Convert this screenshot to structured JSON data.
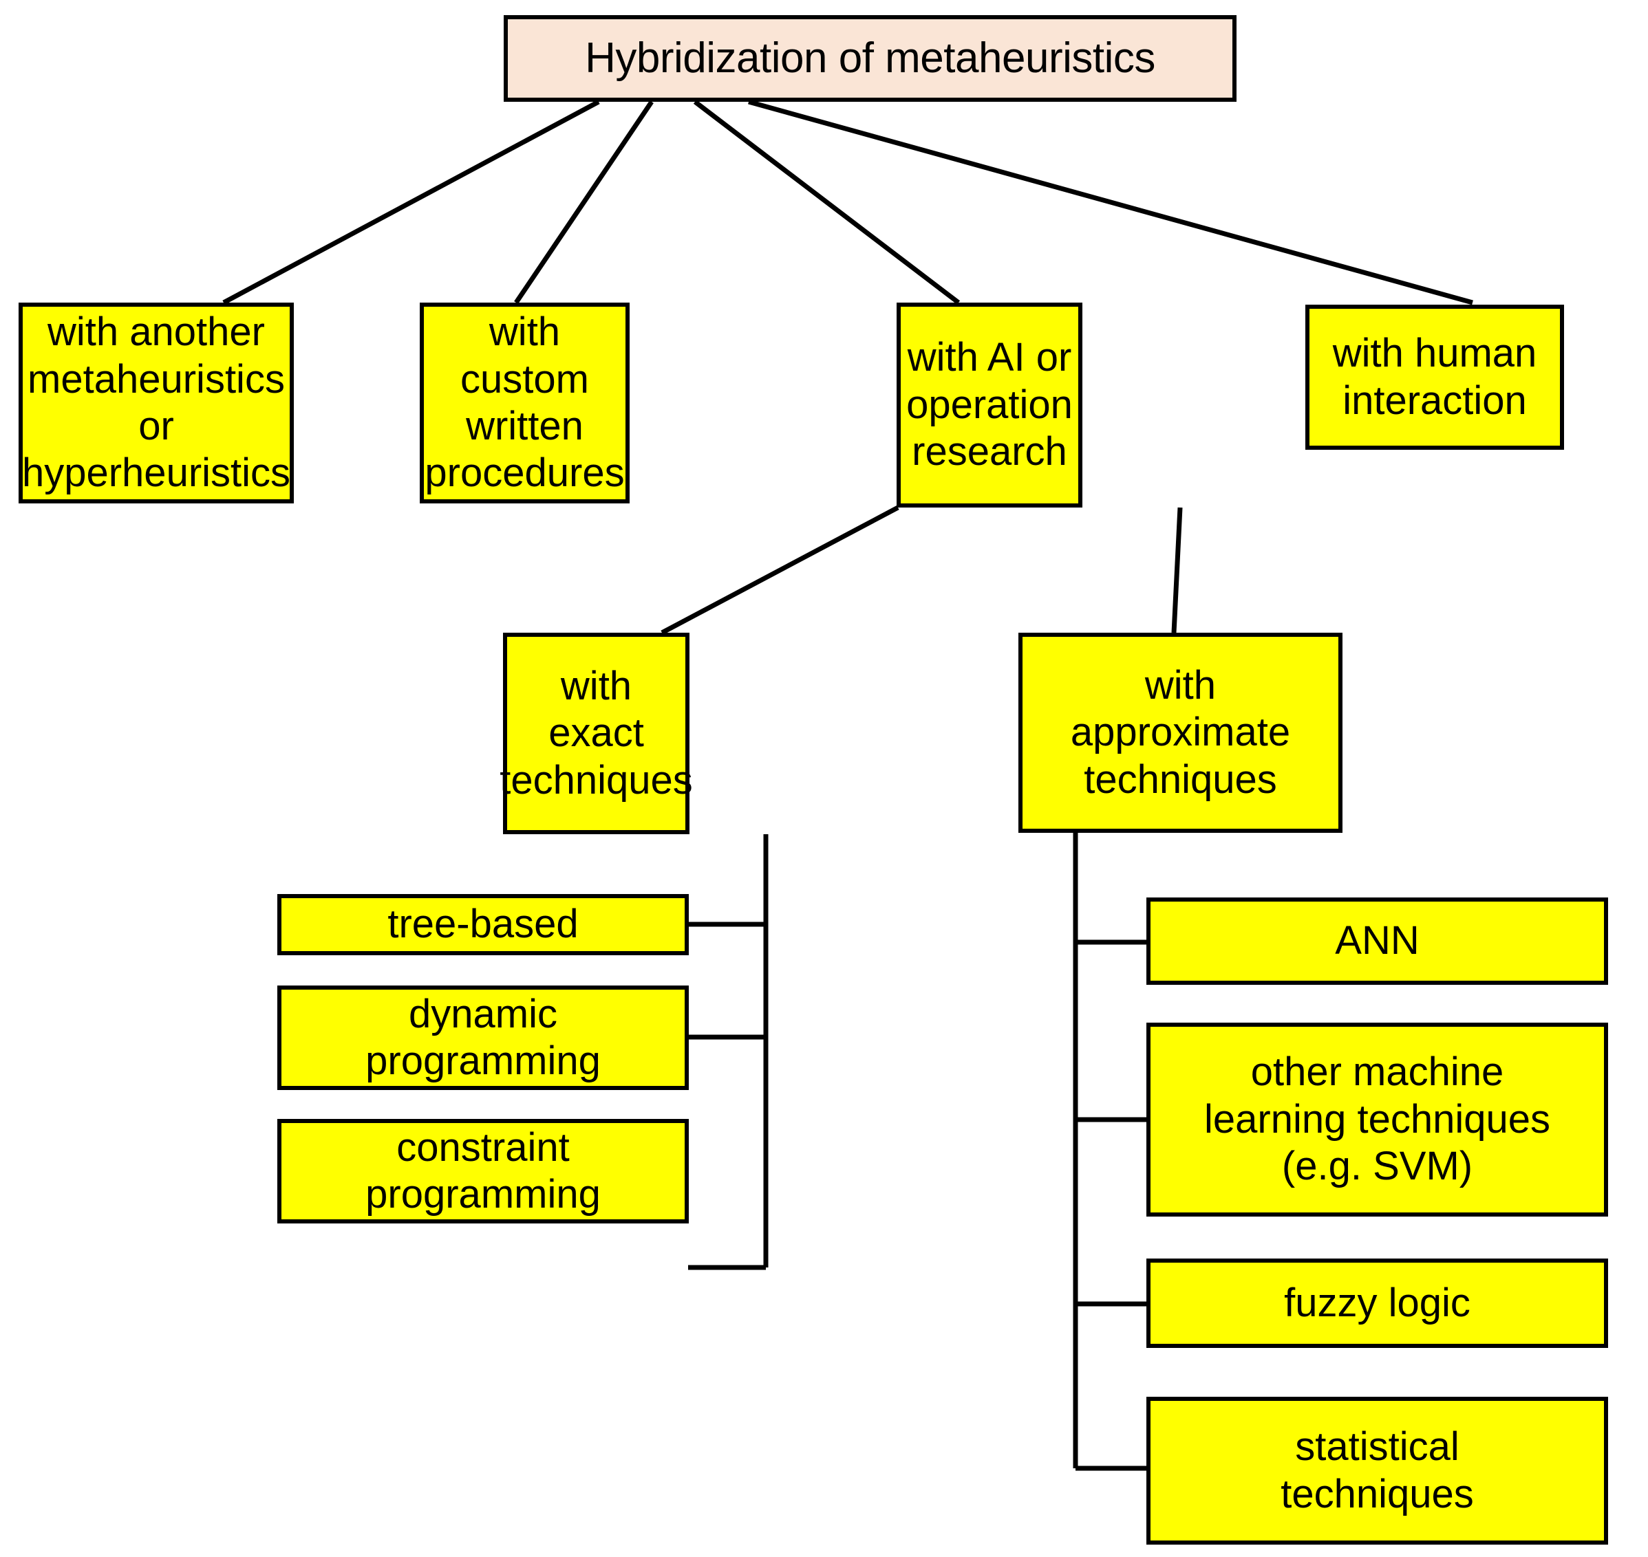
{
  "diagram": {
    "title": "Hybridization of metaheuristics",
    "root": {
      "id": "root",
      "label": "Hybridization of metaheuristics",
      "fill": "#fae5d6",
      "stroke": "#000000"
    },
    "colors": {
      "root_fill": "#fae5d6",
      "node_fill": "#ffff00",
      "stroke": "#000000",
      "text": "#000000",
      "background": "#ffffff"
    },
    "level1": [
      {
        "id": "n-another-metaheuristics",
        "label": "with another\nmetaheuristics or\nhyperheuristics"
      },
      {
        "id": "n-custom-procedures",
        "label": "with custom\nwritten\nprocedures"
      },
      {
        "id": "n-ai-or",
        "label": "with AI or\noperation\nresearch"
      },
      {
        "id": "n-human-interaction",
        "label": "with human\ninteraction"
      }
    ],
    "level2": [
      {
        "id": "n-exact",
        "label": "with\nexact\ntechniques",
        "parent": "n-ai-or"
      },
      {
        "id": "n-approximate",
        "label": "with\napproximate\ntechniques",
        "parent": "n-ai-or"
      }
    ],
    "level3_exact": [
      {
        "id": "n-tree-based",
        "label": "tree-based"
      },
      {
        "id": "n-dynamic-programming",
        "label": "dynamic\nprogramming"
      },
      {
        "id": "n-constraint-programming",
        "label": "constraint\nprogramming"
      }
    ],
    "level3_approximate": [
      {
        "id": "n-ann",
        "label": "ANN"
      },
      {
        "id": "n-other-ml",
        "label": "other machine\nlearning techniques\n(e.g. SVM)"
      },
      {
        "id": "n-fuzzy-logic",
        "label": "fuzzy logic"
      },
      {
        "id": "n-statistical-techniques",
        "label": "statistical\ntechniques"
      }
    ]
  }
}
